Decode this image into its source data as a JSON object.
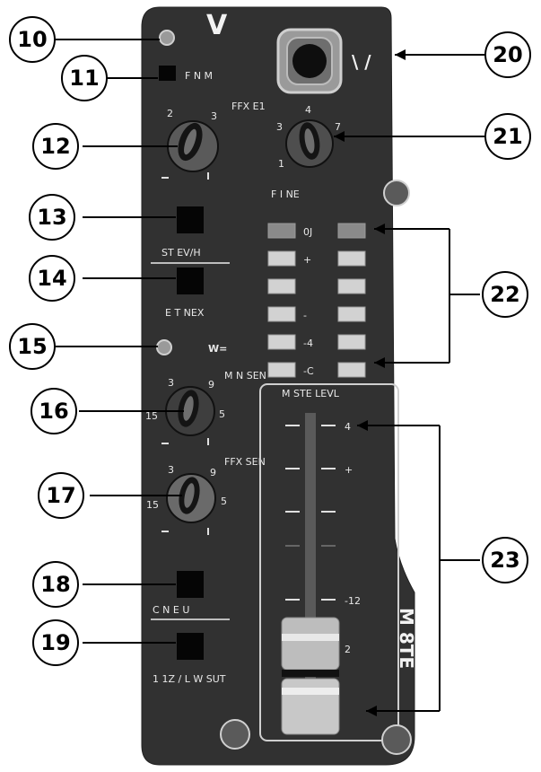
{
  "panel": {
    "top_letter": "V",
    "jack_label": "\\ /",
    "side_label": "M  8TE",
    "fader_header": "M  STE  LEVL",
    "led_scale": [
      "0J",
      "+",
      "",
      "-",
      "-4",
      "-C"
    ],
    "fader_scale": [
      "4",
      "+",
      "",
      "",
      "-12",
      "2",
      ""
    ],
    "knob_12": {
      "ticks": [
        "2",
        "3",
        "",
        ""
      ],
      "label": "FFX  E1"
    },
    "knob_21": {
      "ticks": [
        "4",
        "3",
        "7",
        "1"
      ],
      "label": "F   I   NE"
    },
    "knob_16": {
      "ticks": [
        "3",
        "9",
        "15",
        "5"
      ],
      "label": "M N  SEN"
    },
    "knob_17": {
      "ticks": [
        "3",
        "9",
        "15",
        "5"
      ],
      "label": "FFX  SEN"
    },
    "button_11_label": "F  N  M",
    "button_13_label": "ST  EV/H",
    "button_14_label": "E    T  NEX",
    "button_18_label": "C  N  E  U",
    "button_19_label": "1 1Z  /  L  W  SUT",
    "led_15_label": "W="
  },
  "callouts": [
    "10",
    "11",
    "12",
    "13",
    "14",
    "15",
    "16",
    "17",
    "18",
    "19",
    "20",
    "21",
    "22",
    "23"
  ],
  "colors": {
    "panel": "#303030",
    "led": "#cfcfcf",
    "callout_fill": "#ffffff",
    "callout_stroke": "#000000"
  }
}
